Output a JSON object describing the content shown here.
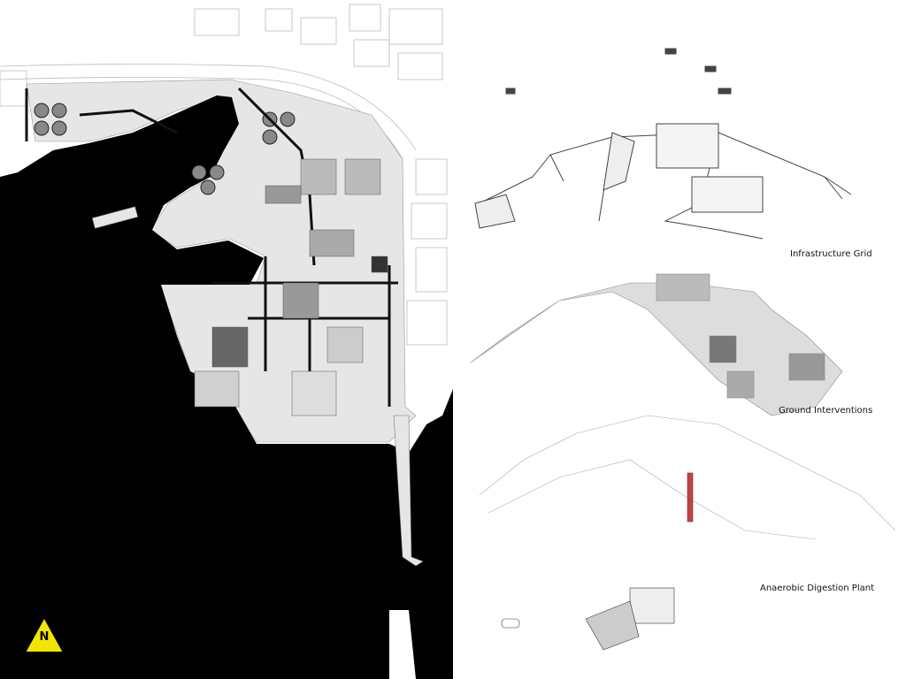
{
  "layers": [
    {
      "label": "Infrastructure Grid"
    },
    {
      "label": "Ground Interventions"
    },
    {
      "label": "Anaerobic Digestion Plant"
    }
  ],
  "north_arrow": {
    "letter": "N",
    "color": "#f2e600"
  },
  "colors": {
    "water": "#000000",
    "land": "#e6e6e6",
    "lines": "#555555"
  }
}
